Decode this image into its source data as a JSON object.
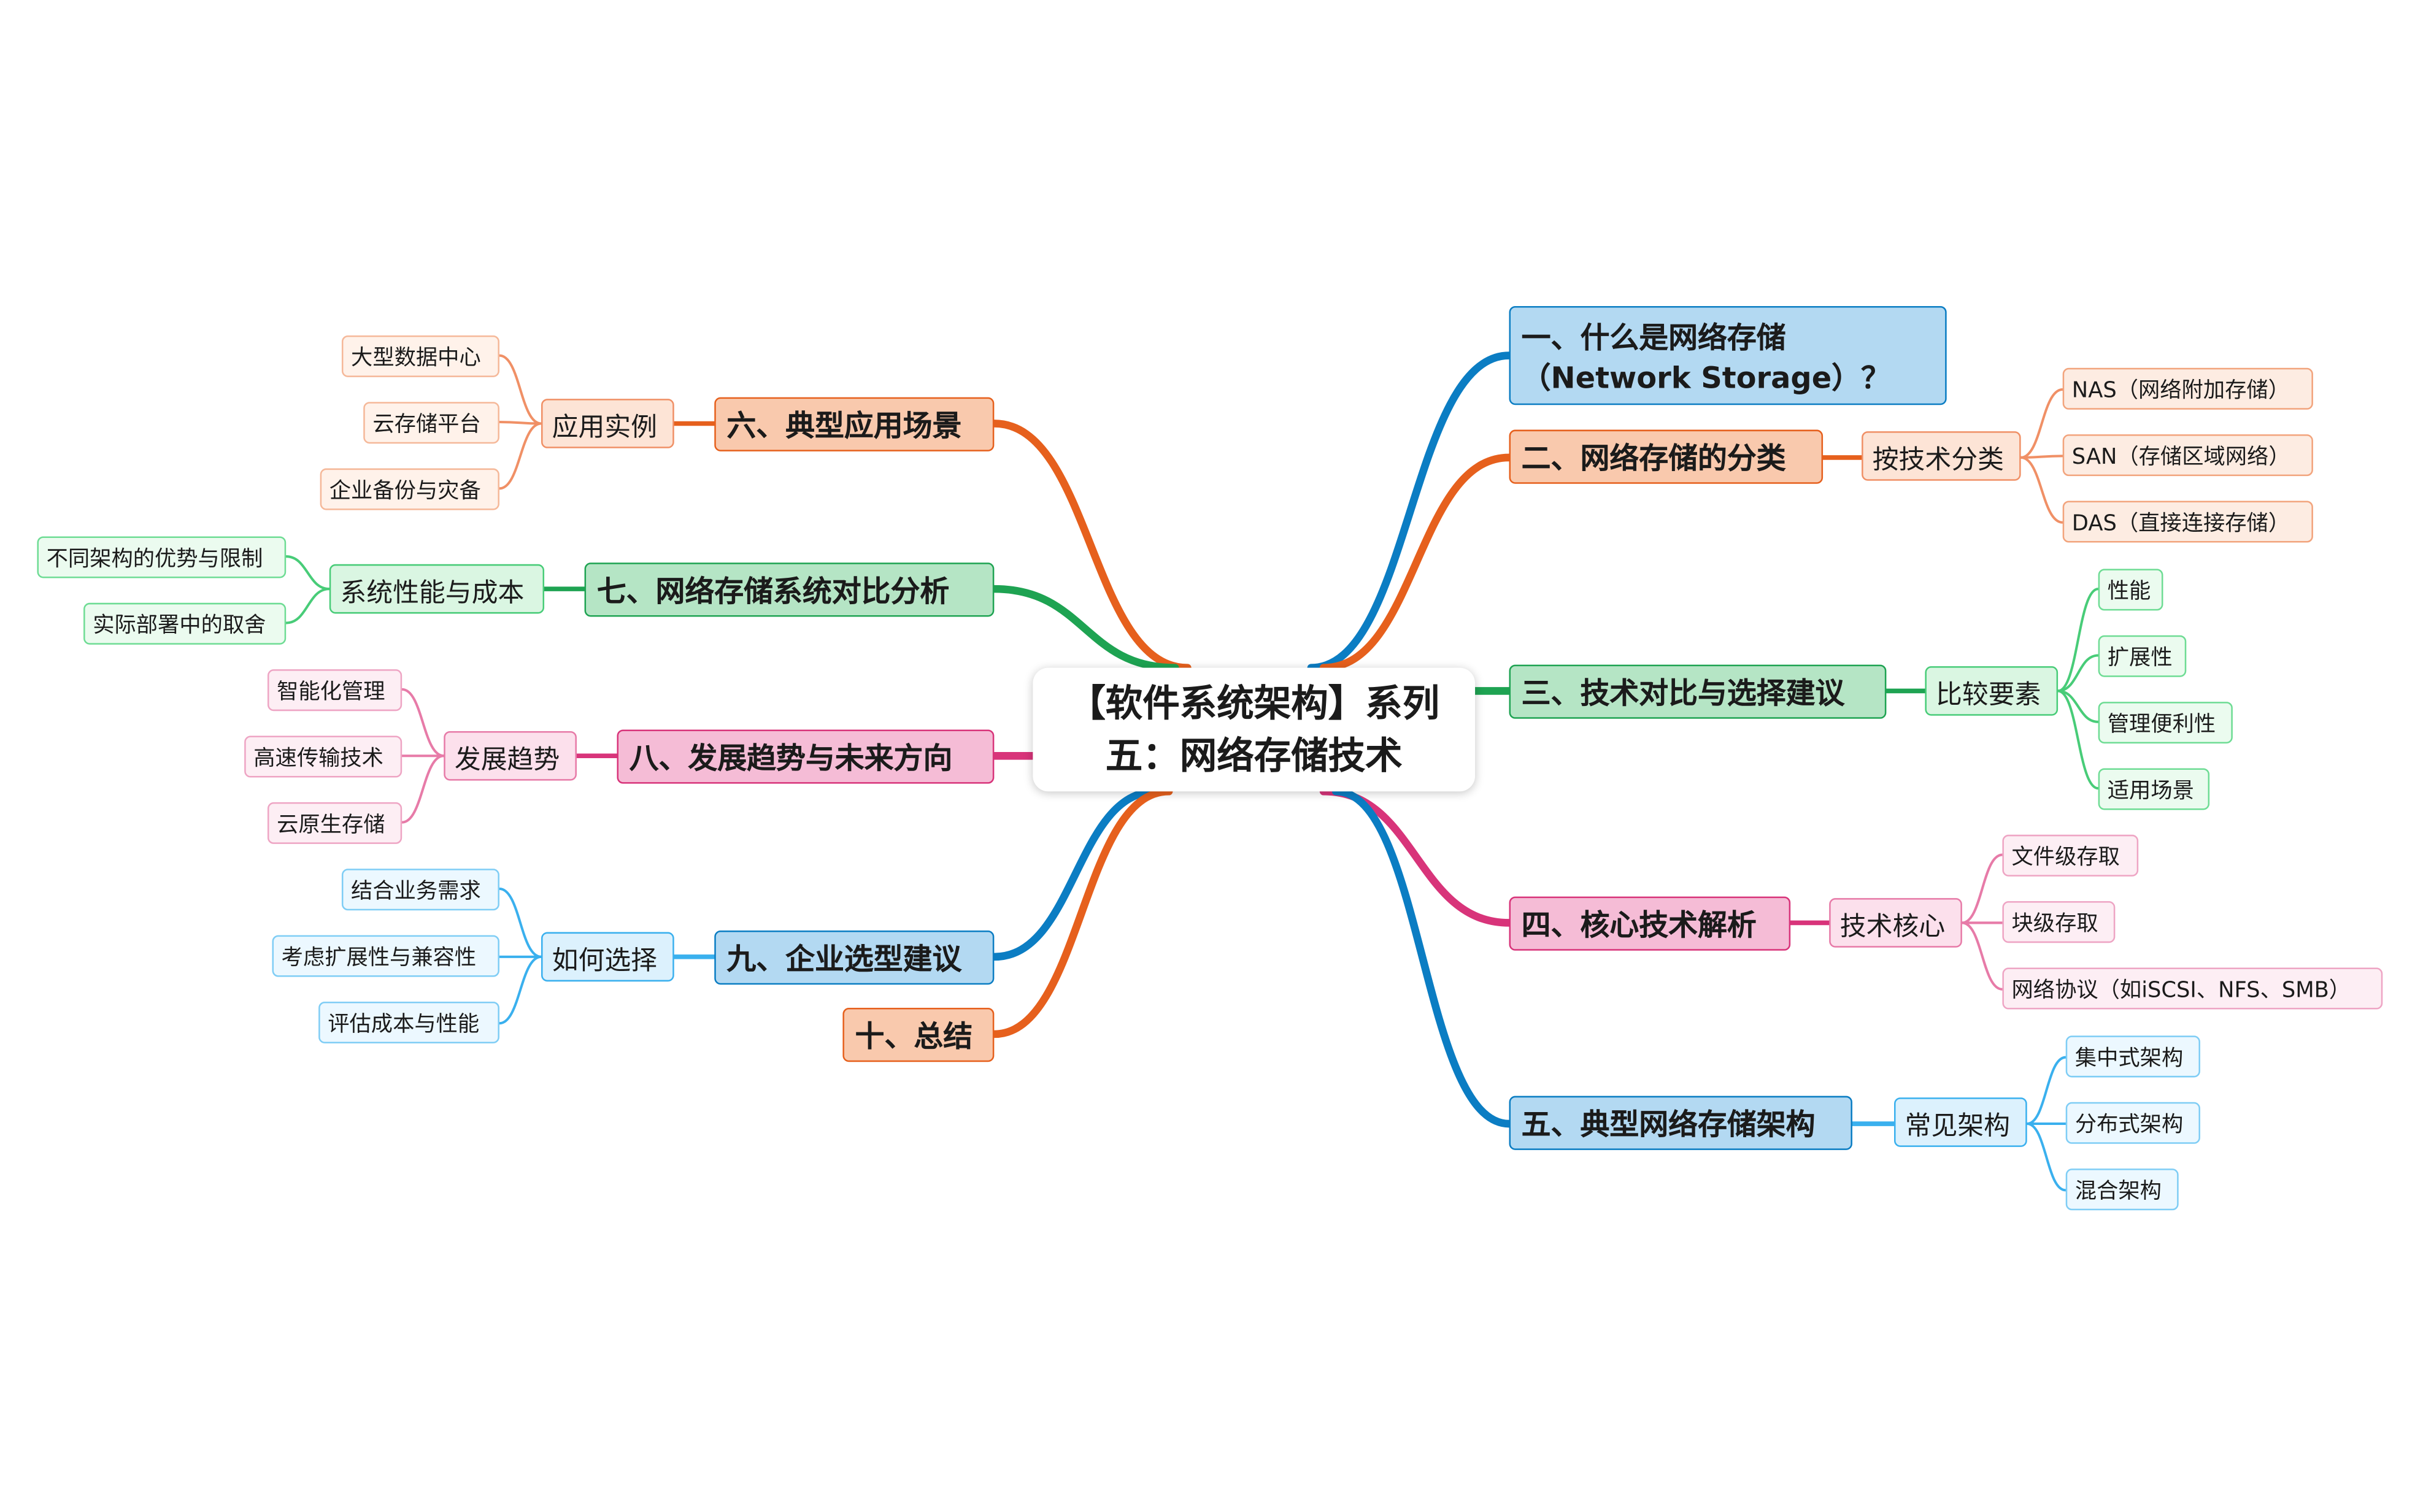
{
  "root": {
    "title": "【软件系统架构】系列五：网络存储技术"
  },
  "right": [
    {
      "title": "一、什么是网络存储（Network Storage）？",
      "title_line1": "一、什么是网络存储",
      "title_line2": "（Network Storage）？"
    },
    {
      "title": "二、网络存储的分类",
      "sub": "按技术分类",
      "leaves": [
        "NAS（网络附加存储）",
        "SAN（存储区域网络）",
        "DAS（直接连接存储）"
      ]
    },
    {
      "title": "三、技术对比与选择建议",
      "sub": "比较要素",
      "leaves": [
        "性能",
        "扩展性",
        "管理便利性",
        "适用场景"
      ]
    },
    {
      "title": "四、核心技术解析",
      "sub": "技术核心",
      "leaves": [
        "文件级存取",
        "块级存取",
        "网络协议（如iSCSI、NFS、SMB）"
      ]
    },
    {
      "title": "五、典型网络存储架构",
      "sub": "常见架构",
      "leaves": [
        "集中式架构",
        "分布式架构",
        "混合架构"
      ]
    }
  ],
  "left": [
    {
      "title": "六、典型应用场景",
      "sub": "应用实例",
      "leaves": [
        "大型数据中心",
        "云存储平台",
        "企业备份与灾备"
      ]
    },
    {
      "title": "七、网络存储系统对比分析",
      "sub": "系统性能与成本",
      "leaves": [
        "不同架构的优势与限制",
        "实际部署中的取舍"
      ]
    },
    {
      "title": "八、发展趋势与未来方向",
      "sub": "发展趋势",
      "leaves": [
        "智能化管理",
        "高速传输技术",
        "云原生存储"
      ]
    },
    {
      "title": "九、企业选型建议",
      "sub": "如何选择",
      "leaves": [
        "结合业务需求",
        "考虑扩展性与兼容性",
        "评估成本与性能"
      ]
    },
    {
      "title": "十、总结"
    }
  ],
  "colors": {
    "blue": "#0b7dc3",
    "orange": "#e6601d",
    "green": "#1ea352",
    "pink": "#d8347a",
    "sub_blue": "#3ab0ee",
    "sub_orange": "#f09066",
    "sub_green": "#48cc78",
    "sub_pink": "#e77ba8"
  }
}
